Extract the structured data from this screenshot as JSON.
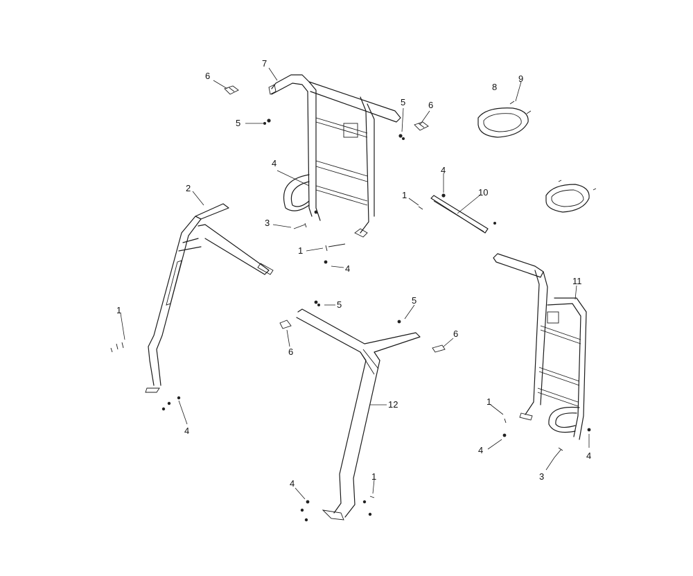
{
  "callouts": [
    {
      "label": "7"
    },
    {
      "label": "6"
    },
    {
      "label": "5"
    },
    {
      "label": "5"
    },
    {
      "label": "6"
    },
    {
      "label": "8"
    },
    {
      "label": "9"
    },
    {
      "label": "4"
    },
    {
      "label": "4"
    },
    {
      "label": "1"
    },
    {
      "label": "10"
    },
    {
      "label": "2"
    },
    {
      "label": "3"
    },
    {
      "label": "1"
    },
    {
      "label": "4"
    },
    {
      "label": "11"
    },
    {
      "label": "5"
    },
    {
      "label": "5"
    },
    {
      "label": "6"
    },
    {
      "label": "6"
    },
    {
      "label": "1"
    },
    {
      "label": "12"
    },
    {
      "label": "4"
    },
    {
      "label": "1"
    },
    {
      "label": "4"
    },
    {
      "label": "4"
    },
    {
      "label": "3"
    },
    {
      "label": "4"
    },
    {
      "label": "1"
    }
  ]
}
